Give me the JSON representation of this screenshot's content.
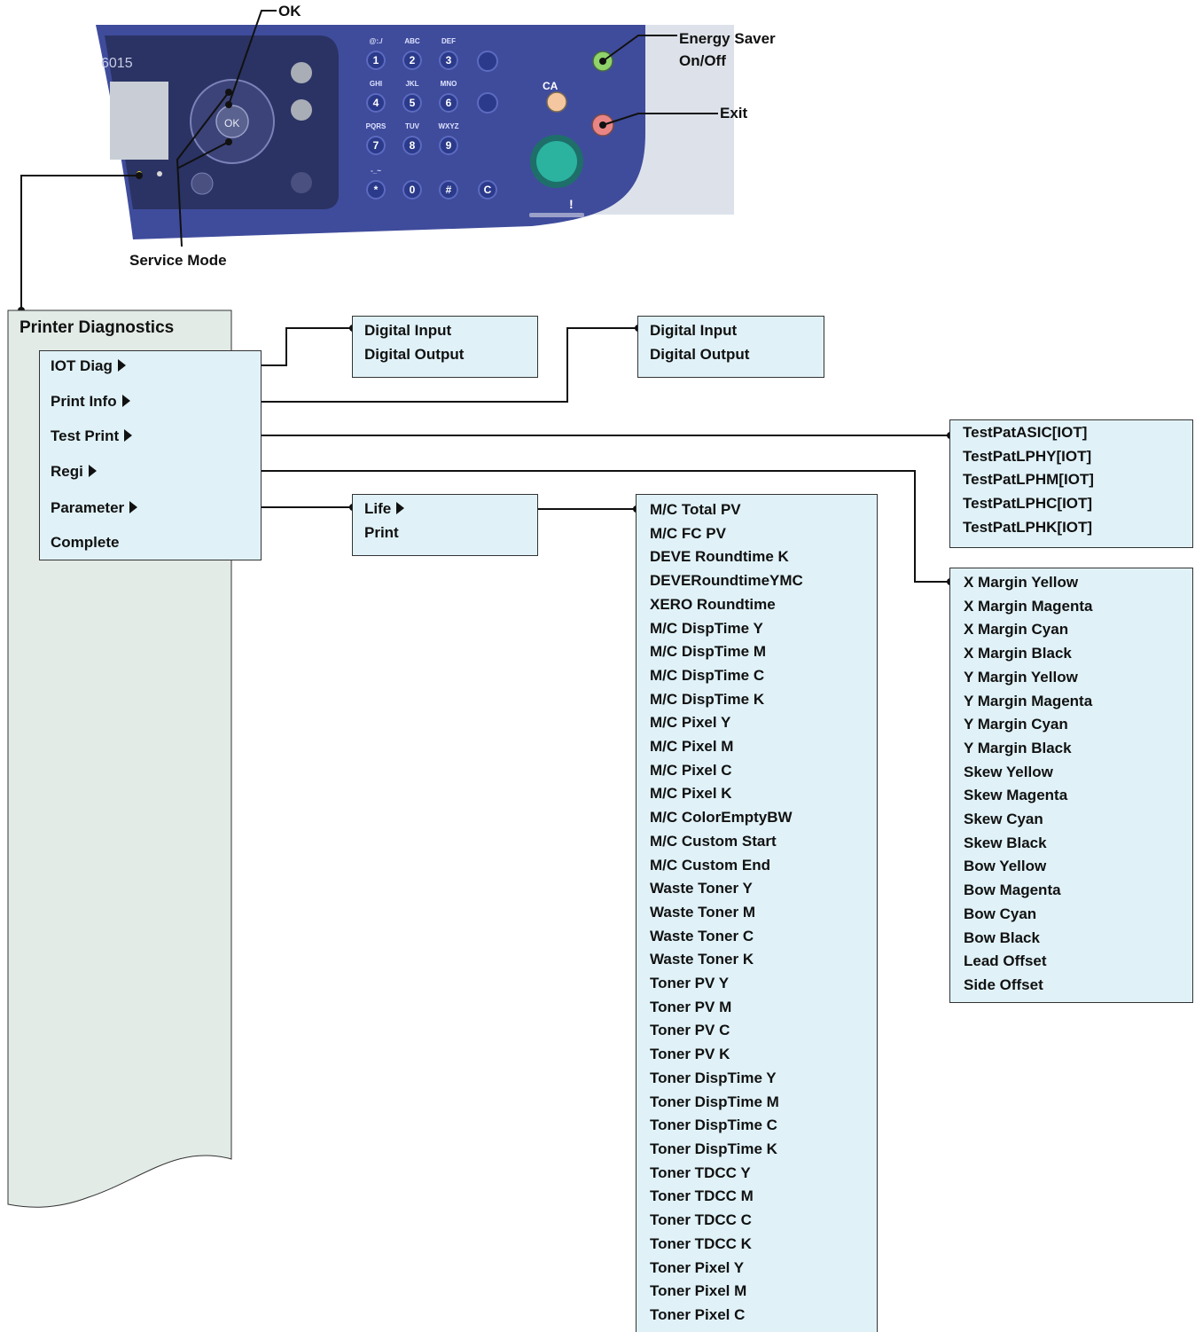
{
  "callouts": {
    "ok": "OK",
    "service_mode": "Service Mode",
    "energy_saver_line1": "Energy Saver",
    "energy_saver_line2": "On/Off",
    "exit": "Exit"
  },
  "panel": {
    "model": "6015",
    "ok_key": "OK",
    "ca_label": "CA",
    "keypad": [
      {
        "caption": "@:./",
        "digit": "1"
      },
      {
        "caption": "ABC",
        "digit": "2"
      },
      {
        "caption": "DEF",
        "digit": "3"
      },
      {
        "caption": "GHI",
        "digit": "4"
      },
      {
        "caption": "JKL",
        "digit": "5"
      },
      {
        "caption": "MNO",
        "digit": "6"
      },
      {
        "caption": "PQRS",
        "digit": "7"
      },
      {
        "caption": "TUV",
        "digit": "8"
      },
      {
        "caption": "WXYZ",
        "digit": "9"
      },
      {
        "caption": "-_~",
        "digit": "*"
      },
      {
        "caption": "",
        "digit": "0"
      },
      {
        "caption": "",
        "digit": "#"
      }
    ],
    "clear_key": "C",
    "status_glyph": "!",
    "colors": {
      "panel": "#3f4c9c",
      "panel_dark": "#2c3777",
      "energy_button": "#8fd36a",
      "exit_button": "#e98585",
      "start_button": "#2bb3a0",
      "ca_button": "#f5c7a0"
    }
  },
  "diagnostics": {
    "title": "Printer Diagnostics",
    "menu": [
      "IOT Diag",
      "Print Info",
      "Test Print",
      "Regi",
      "Parameter",
      "Complete"
    ]
  },
  "iot_diag_items": [
    "Digital Input",
    "Digital Output"
  ],
  "print_info_items": [
    "Digital Input",
    "Digital Output"
  ],
  "test_print_items": [
    "TestPatASIC[IOT]",
    "TestPatLPHY[IOT]",
    "TestPatLPHM[IOT]",
    "TestPatLPHC[IOT]",
    "TestPatLPHK[IOT]"
  ],
  "regi_items": [
    "X Margin Yellow",
    "X Margin Magenta",
    "X Margin Cyan",
    "X Margin Black",
    "Y Margin Yellow",
    "Y Margin Magenta",
    "Y Margin Cyan",
    "Y Margin Black",
    "Skew Yellow",
    "Skew Magenta",
    "Skew Cyan",
    "Skew Black",
    "Bow Yellow",
    "Bow Magenta",
    "Bow Cyan",
    "Bow Black",
    "Lead Offset",
    "Side Offset"
  ],
  "parameter_items": [
    "Life",
    "Print"
  ],
  "life_items": [
    "M/C Total PV",
    "M/C FC PV",
    "DEVE Roundtime K",
    "DEVERoundtimeYMC",
    "XERO Roundtime",
    "M/C DispTime Y",
    "M/C DispTime M",
    "M/C DispTime C",
    "M/C DispTime K",
    "M/C Pixel Y",
    "M/C Pixel M",
    "M/C Pixel C",
    "M/C Pixel K",
    "M/C ColorEmptyBW",
    "M/C Custom Start",
    "M/C Custom End",
    "Waste Toner Y",
    "Waste Toner M",
    "Waste Toner C",
    "Waste Toner K",
    "Toner PV Y",
    "Toner PV M",
    "Toner PV C",
    "Toner PV K",
    "Toner DispTime Y",
    "Toner DispTime M",
    "Toner DispTime C",
    "Toner DispTime K",
    "Toner TDCC Y",
    "Toner TDCC M",
    "Toner TDCC C",
    "Toner TDCC K",
    "Toner Pixel Y",
    "Toner Pixel M",
    "Toner Pixel C"
  ]
}
